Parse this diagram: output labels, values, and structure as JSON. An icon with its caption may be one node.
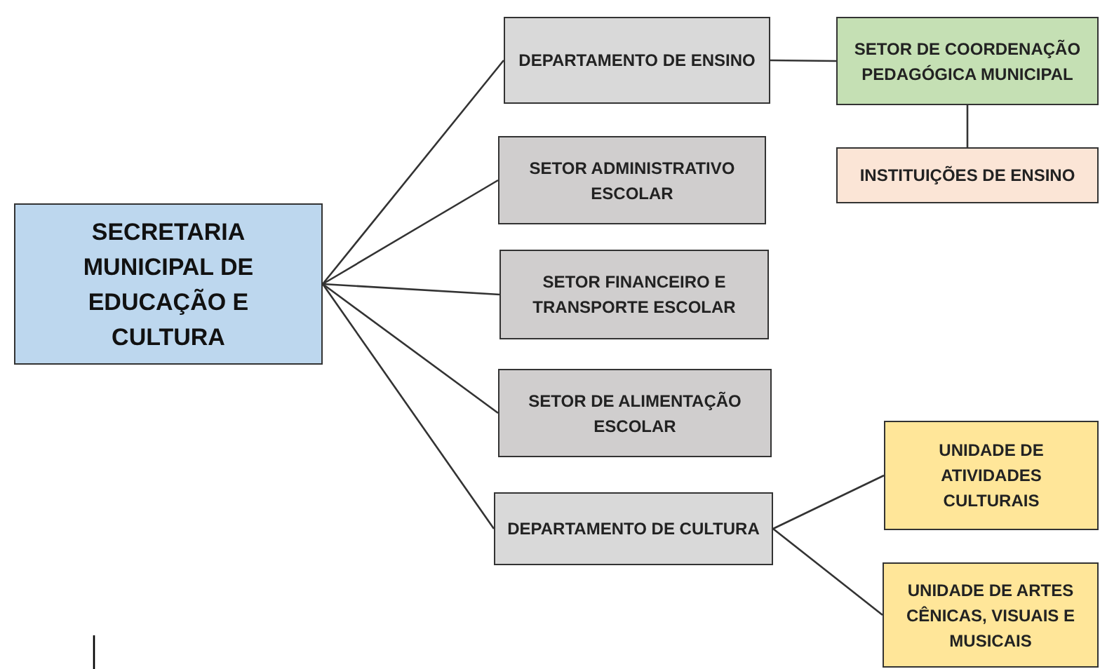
{
  "diagram": {
    "nodes": [
      {
        "text": [
          "SECRETARIA MUNICIPAL DE EDUCAÇÃO E CULTURA"
        ]
      },
      {
        "text": [
          "DEPARTAMENTO DE ENSINO"
        ]
      },
      {
        "text": [
          "SETOR DE COORDENAÇÃO PEDAGÓGICA MUNICIPAL"
        ]
      },
      {
        "text": [
          "INSTITUIÇÕES DE ENSINO"
        ]
      },
      {
        "text": [
          "SETOR ADMINISTRATIVO ESCOLAR"
        ]
      },
      {
        "text": [
          "SETOR FINANCEIRO E TRANSPORTE ESCOLAR"
        ]
      },
      {
        "text": [
          "SETOR DE ALIMENTAÇÃO ESCOLAR"
        ]
      },
      {
        "text": [
          "DEPARTAMENTO DE CULTURA"
        ]
      },
      {
        "text": [
          "UNIDADE DE ATIVIDADES CULTURAIS"
        ]
      },
      {
        "text": [
          "UNIDADE DE ARTES CÊNICAS, VISUAIS E MUSICAIS"
        ]
      }
    ],
    "edges": [
      {
        "from": 0,
        "to": 1,
        "arrow": "none"
      },
      {
        "from": 0,
        "to": 4,
        "arrow": "none"
      },
      {
        "from": 0,
        "to": 5,
        "arrow": "none"
      },
      {
        "from": 0,
        "to": 6,
        "arrow": "none"
      },
      {
        "from": 0,
        "to": 7,
        "arrow": "none"
      },
      {
        "from": 1,
        "to": 2,
        "arrow": "none"
      },
      {
        "from": 2,
        "to": 3,
        "arrow": "none"
      },
      {
        "from": 7,
        "to": 8,
        "arrow": "none"
      },
      {
        "from": 7,
        "to": 9,
        "arrow": "none"
      }
    ]
  }
}
